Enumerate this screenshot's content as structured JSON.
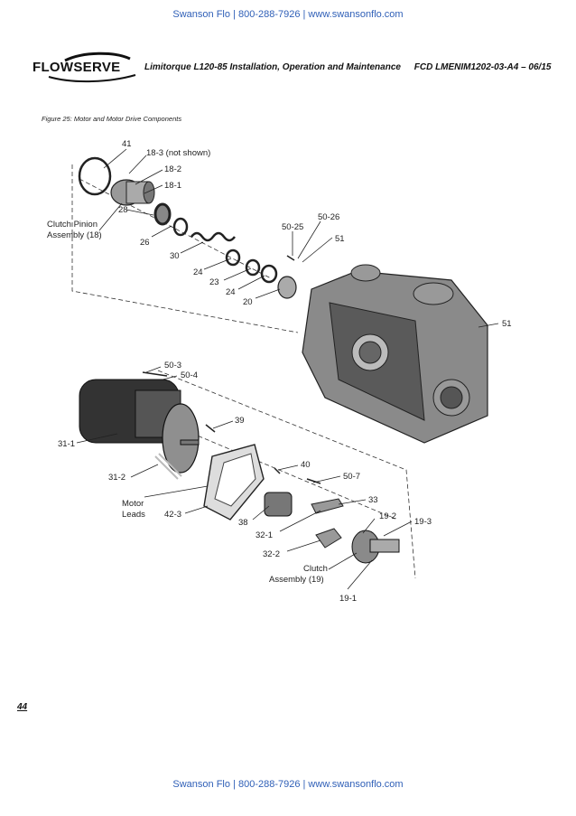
{
  "banner": {
    "top": "Swanson Flo | 800-288-7926 | www.swansonflo.com",
    "bottom": "Swanson Flo | 800-288-7926 | www.swansonflo.com"
  },
  "logo": {
    "text": "FLOWSERVE"
  },
  "header": {
    "title": "Limitorque L120-85 Installation, Operation and Maintenance",
    "doc_id": "FCD LMENIM1202-03-A4 – 06/15"
  },
  "figure": {
    "caption": "Figure 25: Motor and Motor Drive Components",
    "labels": {
      "l41": "41",
      "l18_3": "18-3 (not shown)",
      "l18_2": "18-2",
      "l18_1": "18-1",
      "clutch_pinion_1": "Clutch Pinion",
      "clutch_pinion_2": "Assembly (18)",
      "l28": "28",
      "l26": "26",
      "l30": "30",
      "l24a": "24",
      "l23": "23",
      "l24b": "24",
      "l20": "20",
      "l50_25": "50-25",
      "l50_26": "50-26",
      "l51a": "51",
      "l51b": "51",
      "l50_3": "50-3",
      "l50_4": "50-4",
      "l39": "39",
      "l31_1": "31-1",
      "l31_2": "31-2",
      "motor_leads_1": "Motor",
      "motor_leads_2": "Leads",
      "l42_3": "42-3",
      "l40": "40",
      "l50_7": "50-7",
      "l33": "33",
      "l19_2": "19-2",
      "l19_3": "19-3",
      "l38": "38",
      "l32_1": "32-1",
      "l32_2": "32-2",
      "clutch_asm_1": "Clutch",
      "clutch_asm_2": "Assembly (19)",
      "l19_1": "19-1"
    }
  },
  "page_number": "44"
}
